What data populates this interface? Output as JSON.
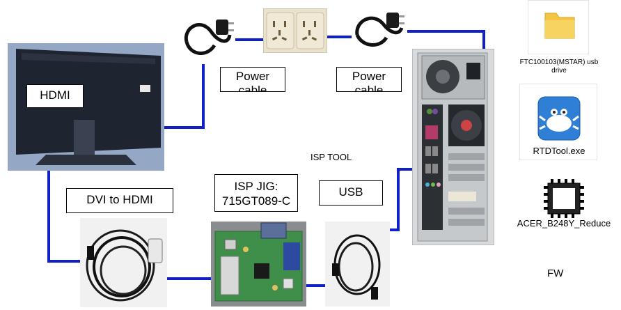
{
  "labels": {
    "hdmi": "HDMI",
    "power_cable_left": "Power cable",
    "power_cable_right": "Power cable",
    "isp_tool": "ISP TOOL",
    "dvi_to_hdmi": "DVI to HDMI",
    "isp_jig_line1": "ISP JIG:",
    "isp_jig_line2": "715GT089-C",
    "usb": "USB"
  },
  "files": {
    "usb_drive_label": "FTC100103(MSTAR) usb drive",
    "rtdtool_label": "RTDTool.exe",
    "firmware_label": "ACER_B248Y_Reduce",
    "fw_caption": "FW"
  },
  "icons": {
    "folder": "folder-icon",
    "rtdtool": "crab-icon",
    "firmware": "chip-icon"
  },
  "colors": {
    "connector_line": "#1020c8",
    "folder": "#f4c542",
    "rtdtool_bg": "#2f7fd6",
    "pcb_green": "#3f8f4a"
  }
}
